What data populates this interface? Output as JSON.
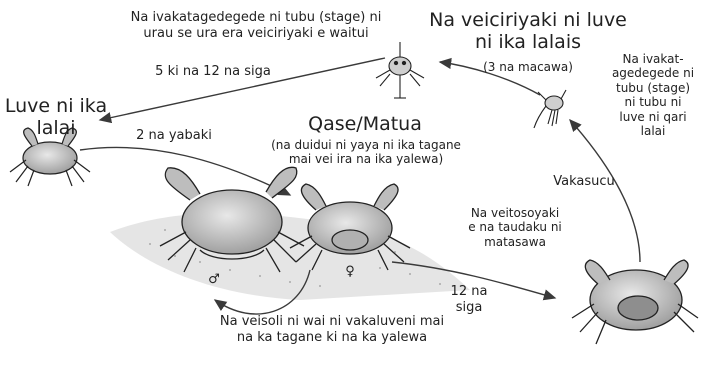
{
  "labels": {
    "top_left_note_line1": "Na ivakatagedegede ni tubu (stage) ni",
    "top_left_note_line2": "urau se ura era veiciriyaki e waitui",
    "title_larvae_line1": "Na veiciriyaki ni luve",
    "title_larvae_line2": "ni ika lalais",
    "larvae_duration": "(3 na macawa)",
    "right_note_line1": "Na ivakat-",
    "right_note_line2": "agedegede ni",
    "right_note_line3": "tubu (stage)",
    "right_note_line4": "ni tubu ni",
    "right_note_line5": "luve ni qari",
    "right_note_line6": "lalai",
    "arrow_years": "5 ki na 12 na siga",
    "juvenile_line1": "Luve ni ika",
    "juvenile_line2": "lalai",
    "two_years": "2 na yabaki",
    "adult_title": "Qase/Matua",
    "adult_note_line1": "(na duidui ni yaya ni ika tagane",
    "adult_note_line2": "mai vei ira na ika yalewa)",
    "hatching": "Vakasucu",
    "spawning_line1": "Na veitosoyaki",
    "spawning_line2": "e na taudaku ni",
    "spawning_line3": "matasawa",
    "twelve_line1": "12 na",
    "twelve_line2": "siga",
    "mating_line1": "Na veisoli ni wai ni vakaluveni mai",
    "mating_line2": "na ka tagane ki na ka yalewa",
    "male_symbol": "♂",
    "female_symbol": "♀"
  },
  "colors": {
    "ink": "#222222",
    "arrow": "#3a3a3a",
    "sand": "#d8d8d8"
  }
}
